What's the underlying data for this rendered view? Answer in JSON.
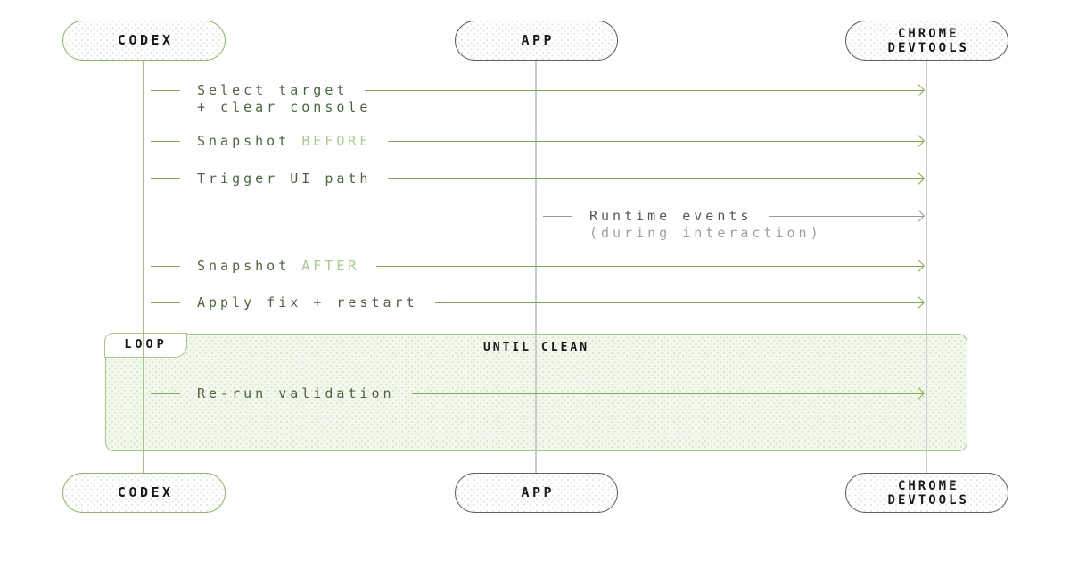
{
  "palette": {
    "green_border": "#8fbb5d",
    "green_lifeline": "#a2c77c",
    "green_arrow": "#7fae4a",
    "green_text_dark": "#4a663b",
    "green_text_light": "#a8cd8c",
    "loop_border": "#a6c97f",
    "loop_fill": "#f3f8ec",
    "gray_border": "#5d6165",
    "gray_lifeline": "#c9cccb",
    "gray_arrow": "#94989b",
    "gray_text_dark": "#54585c",
    "gray_text_light": "#9ba0a3",
    "black_text": "#17191c",
    "background": "#ffffff"
  },
  "actors": {
    "codex": {
      "label": "CODEX"
    },
    "app": {
      "label": "APP"
    },
    "devtools": {
      "label_line1": "CHROME",
      "label_line2": "DEVTOOLS"
    }
  },
  "messages": [
    {
      "from": "codex",
      "to": "devtools",
      "line1": "Select target",
      "line2": "+ clear console"
    },
    {
      "from": "codex",
      "to": "devtools",
      "line1": "Snapshot",
      "accent": "BEFORE"
    },
    {
      "from": "codex",
      "to": "devtools",
      "line1": "Trigger UI path"
    },
    {
      "from": "app",
      "to": "devtools",
      "line1": "Runtime events",
      "line2": "(during interaction)"
    },
    {
      "from": "codex",
      "to": "devtools",
      "line1": "Snapshot",
      "accent": "AFTER"
    },
    {
      "from": "codex",
      "to": "devtools",
      "line1": "Apply fix + restart"
    },
    {
      "from": "codex",
      "to": "devtools",
      "line1": "Re-run validation"
    }
  ],
  "loop": {
    "tag": "LOOP",
    "condition": "UNTIL CLEAN"
  }
}
